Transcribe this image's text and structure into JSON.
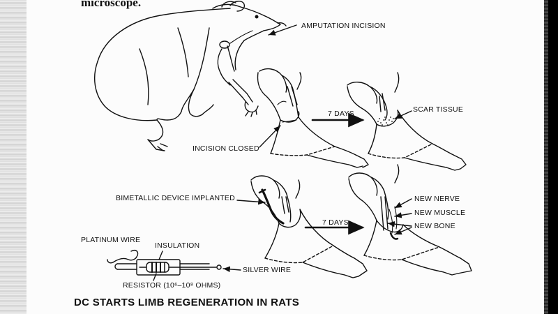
{
  "top_text": "microscope.",
  "labels": {
    "amputation_incision": "AMPUTATION INCISION",
    "scar_tissue": "SCAR TISSUE",
    "seven_days_1": "7 DAYS",
    "incision_closed": "INCISION CLOSED",
    "bimetallic_device": "BIMETALLIC DEVICE IMPLANTED",
    "seven_days_2": "7 DAYS",
    "new_nerve": "NEW NERVE",
    "new_muscle": "NEW MUSCLE",
    "new_bone": "NEW BONE",
    "platinum_wire": "PLATINUM WIRE",
    "insulation": "INSULATION",
    "silver_wire": "SILVER WIRE",
    "resistor": "RESISTOR (10⁶–10⁸ OHMS)"
  },
  "caption": "DC STARTS LIMB REGENERATION IN RATS"
}
